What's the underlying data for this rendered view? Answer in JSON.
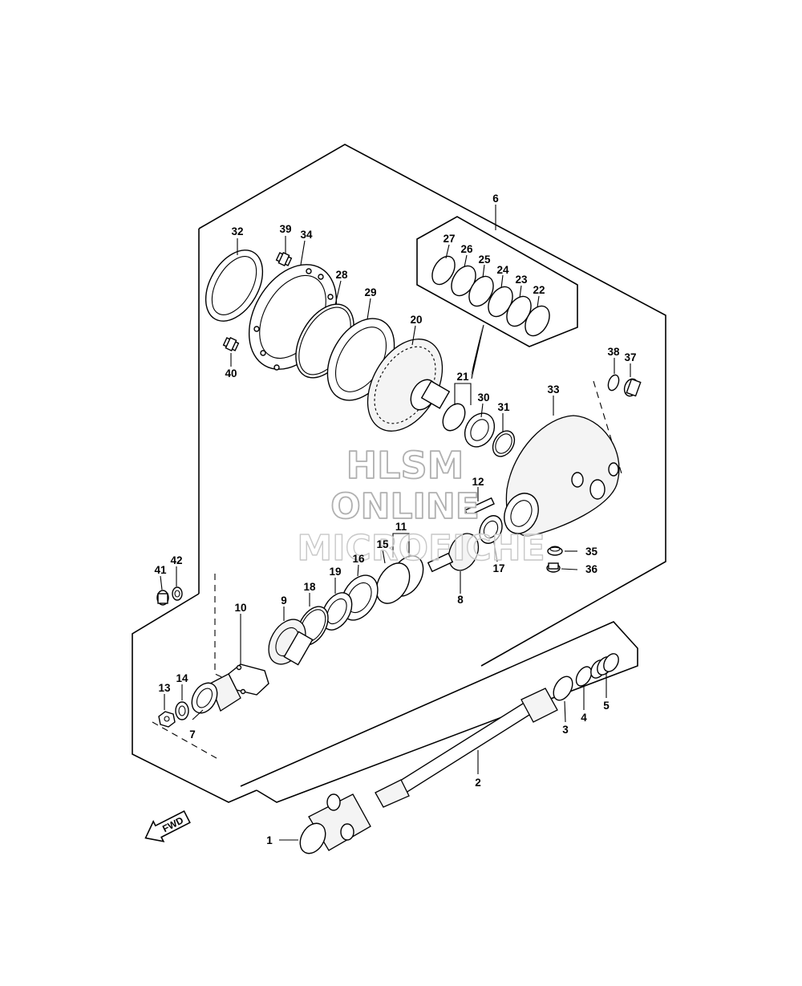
{
  "watermark": {
    "line1": "HLSM",
    "line2": "ONLINE",
    "line3": "MICROFICHE",
    "color": "#b0b0b0"
  },
  "fwd_label": "FWD",
  "callouts": {
    "c1": "1",
    "c2": "2",
    "c3": "3",
    "c4": "4",
    "c5": "5",
    "c6": "6",
    "c7": "7",
    "c8": "8",
    "c9": "9",
    "c10": "10",
    "c11": "11",
    "c12": "12",
    "c13": "13",
    "c14": "14",
    "c15": "15",
    "c16": "16",
    "c17": "17",
    "c18": "18",
    "c19": "19",
    "c20": "20",
    "c21": "21",
    "c22": "22",
    "c23": "23",
    "c24": "24",
    "c25": "25",
    "c26": "26",
    "c27": "27",
    "c28": "28",
    "c29": "29",
    "c30": "30",
    "c31": "31",
    "c32": "32",
    "c33": "33",
    "c34": "34",
    "c35": "35",
    "c36": "36",
    "c37": "37",
    "c38": "38",
    "c39": "39",
    "c40": "40",
    "c41": "41",
    "c42": "42"
  },
  "icons": {
    "fwd": "fwd-arrow-icon"
  }
}
